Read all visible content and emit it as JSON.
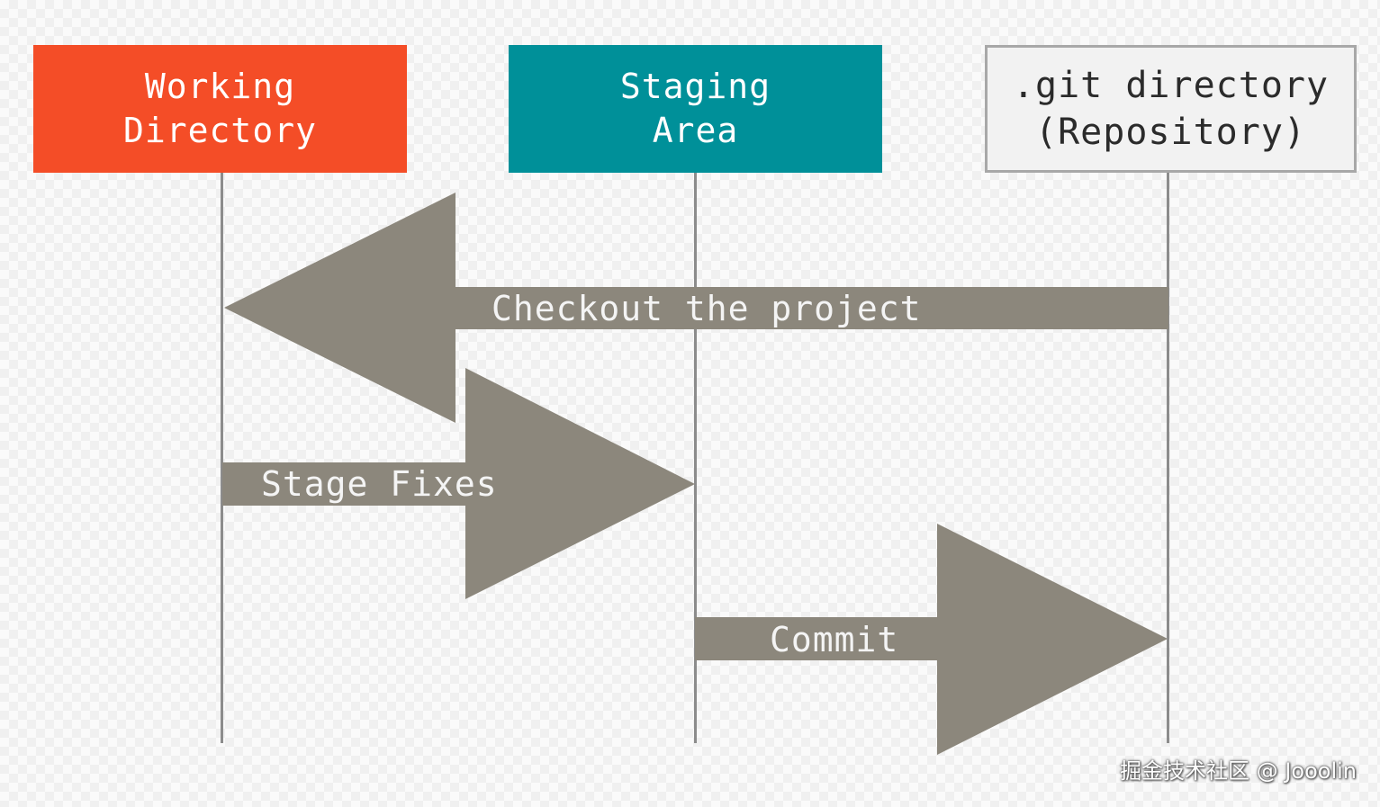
{
  "colors": {
    "working_directory": "#f44d27",
    "staging_area": "#009099",
    "repository": "#f2f2f2",
    "arrow": "#8c877c",
    "lifeline": "#8c8c8c"
  },
  "boxes": {
    "working_directory": {
      "line1": "Working",
      "line2": "Directory"
    },
    "staging_area": {
      "line1": "Staging",
      "line2": "Area"
    },
    "repository": {
      "line1": ".git directory",
      "line2": "(Repository)"
    }
  },
  "arrows": {
    "checkout": "Checkout the project",
    "stage": "Stage Fixes",
    "commit": "Commit"
  },
  "watermark": "掘金技术社区 @ Jooolin"
}
